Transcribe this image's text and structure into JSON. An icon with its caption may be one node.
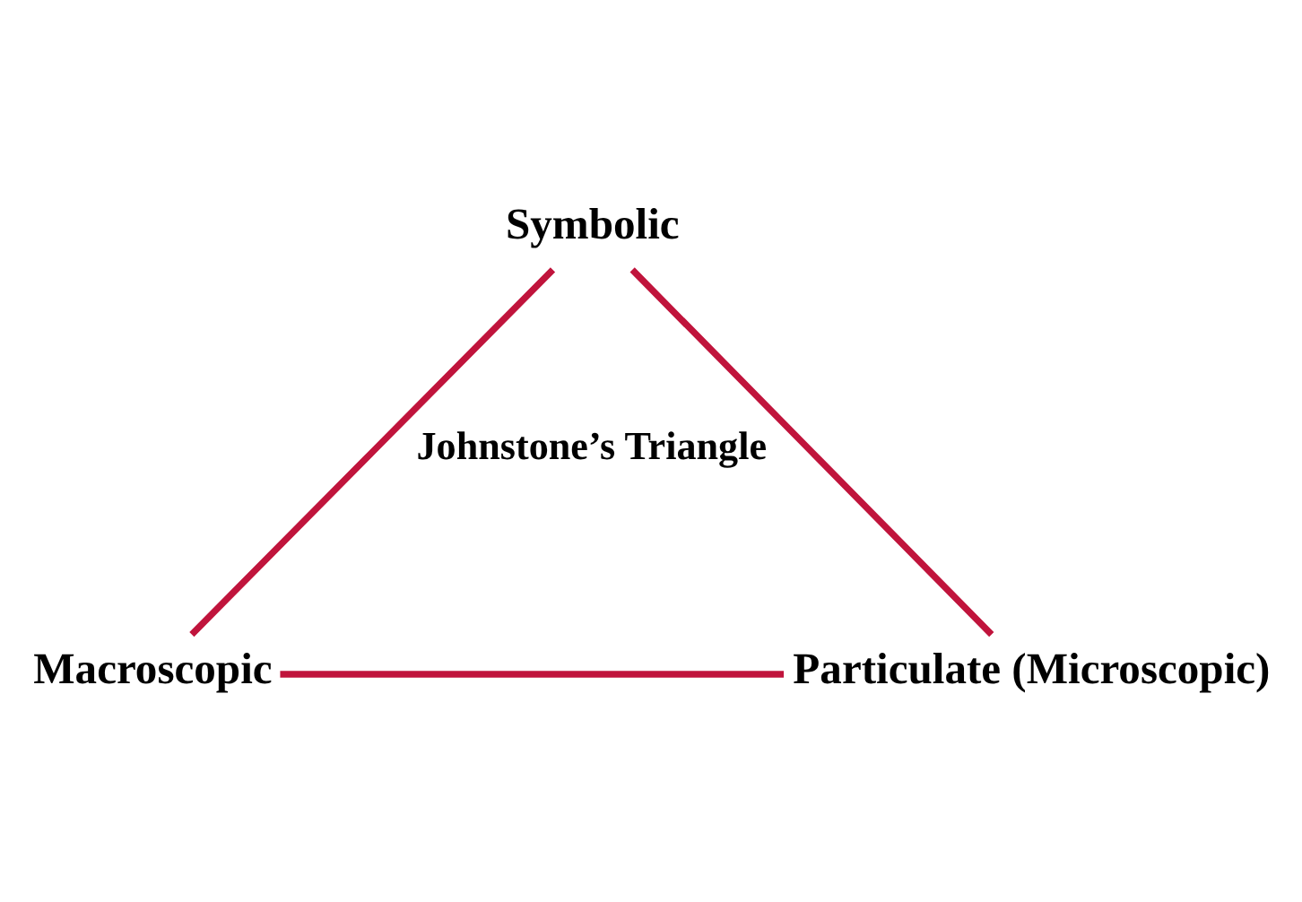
{
  "diagram": {
    "nodes": [
      {
        "text": [
          "Symbolic"
        ]
      },
      {
        "text": [
          "Macroscopic"
        ]
      },
      {
        "text": [
          "Particulate (Microscopic)"
        ]
      }
    ],
    "edges": [
      {
        "from": 0,
        "to": 1,
        "arrow": "none"
      },
      {
        "from": 0,
        "to": 2,
        "arrow": "none"
      },
      {
        "from": 1,
        "to": 2,
        "arrow": "none"
      }
    ],
    "labels": [
      "Johnstone’s Triangle"
    ]
  }
}
